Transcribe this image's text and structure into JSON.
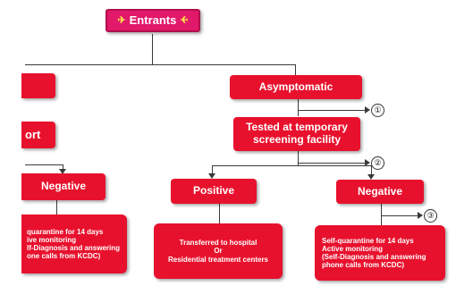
{
  "nodes": {
    "entrants": "Entrants",
    "left_top": "",
    "left_mid": "ort",
    "asymptomatic": "Asymptomatic",
    "tested_line1": "Tested at temporary",
    "tested_line2": "screening facility",
    "left_negative": "Negative",
    "positive": "Positive",
    "right_negative": "Negative",
    "left_quarantine": [
      "quarantine for 14 days",
      "ive monitoring",
      "lf-Diagnosis and answering",
      "one calls from KCDC)"
    ],
    "hospital": [
      "Transferred to hospital",
      "Or",
      "Residential treatment centers"
    ],
    "right_quarantine": [
      "Self-quarantine for 14 days",
      "Active monitoring",
      "(Self-Diagnosis and answering",
      " phone calls from KCDC)"
    ]
  },
  "markers": [
    "①",
    "②",
    "③"
  ],
  "colors": {
    "box": "#e8112d",
    "entrants": "#e2186a",
    "line": "#3a3a3a"
  }
}
